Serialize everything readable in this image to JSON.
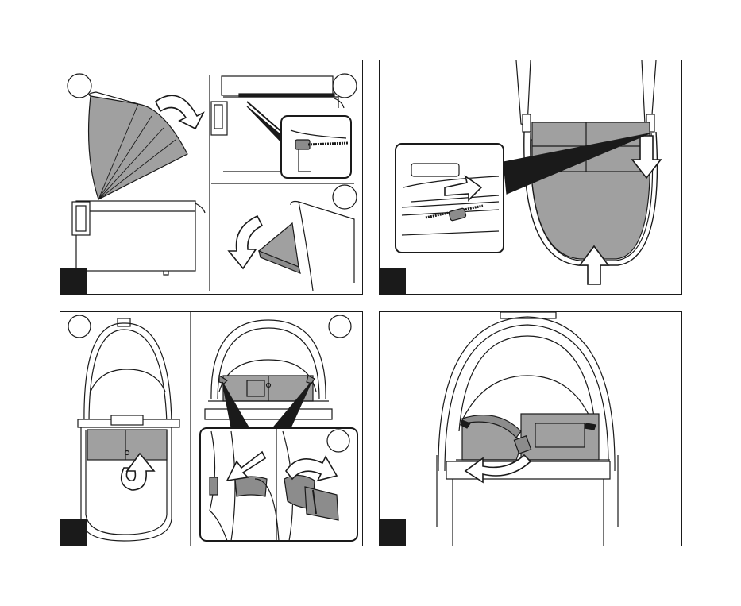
{
  "page": {
    "panels": [
      {
        "id": "p1",
        "step_circles": 3
      },
      {
        "id": "p2",
        "step_circles": 0
      },
      {
        "id": "p3",
        "step_circles": 3
      },
      {
        "id": "p4",
        "step_circles": 0
      }
    ]
  },
  "colors": {
    "fabric": "#a0a0a0",
    "fabric_dark": "#8c8c8c",
    "line": "#1a1a1a",
    "corner_box": "#1a1a1a",
    "paper": "#ffffff"
  },
  "icons": [
    "curved-arrow-icon",
    "straight-arrow-icon",
    "zipper-icon",
    "snap-button-icon"
  ]
}
